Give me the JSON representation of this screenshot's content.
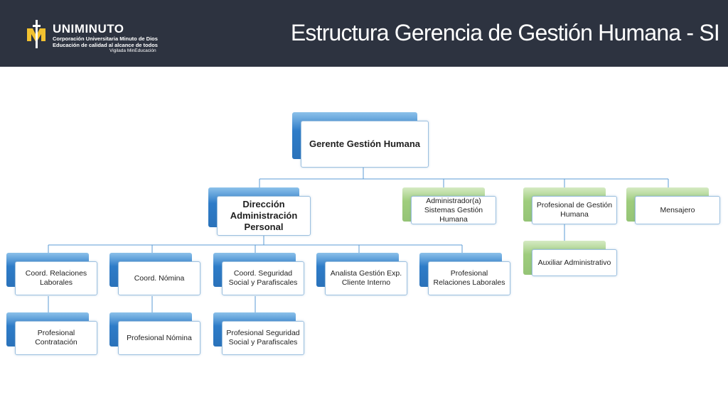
{
  "header": {
    "title": "Estructura Gerencia de Gestión Humana - SI",
    "logo": {
      "name": "UNIMINUTO",
      "line1": "Corporación Universitaria Minuto de Dios",
      "line2": "Educación de calidad al alcance de todos",
      "line3": "Vigilada MinEducación"
    }
  },
  "org": {
    "gerente": "Gerente Gestión Humana",
    "direccion": "Dirección Administración Personal",
    "admin_sistemas": "Administrador(a) Sistemas Gestión Humana",
    "profesional_gh": "Profesional de Gestión Humana",
    "auxiliar": "Auxiliar Administrativo",
    "mensajero": "Mensajero",
    "coord_relaciones": "Coord. Relaciones Laborales",
    "coord_nomina": "Coord. Nómina",
    "coord_seguridad": "Coord. Seguridad Social y Parafiscales",
    "analista": "Analista Gestión Exp. Cliente Interno",
    "prof_relaciones": "Profesional Relaciones Laborales",
    "prof_contratacion": "Profesional Contratación",
    "prof_nomina": "Profesional Nómina",
    "prof_seguridad": "Profesional Seguridad Social y Parafiscales"
  },
  "colors": {
    "header_bg": "#2d3340",
    "node_blue": "#2e7cc8",
    "node_green": "#9fcd7d",
    "connector": "#5b9bd5"
  }
}
